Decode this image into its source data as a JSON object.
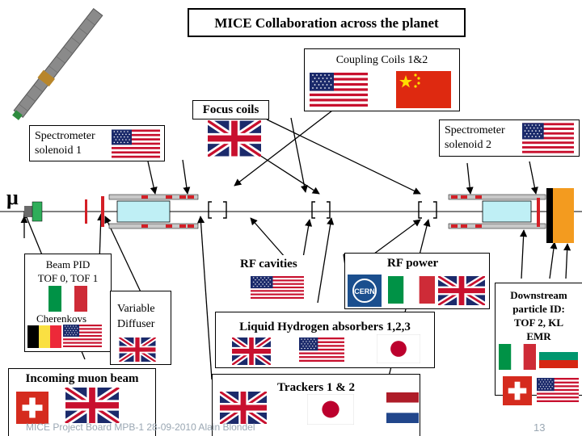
{
  "title": "MICE Collaboration across the planet",
  "labels": {
    "coupling_coils": "Coupling Coils 1&2",
    "focus_coils": "Focus coils",
    "spectrometer_1": "Spectrometer\nsolenoid 1",
    "spectrometer_2": "Spectrometer\nsolenoid 2",
    "mu_symbol": "μ",
    "beam_pid": "Beam PID\nTOF 0, TOF 1",
    "cherenkovs": "Cherenkovs",
    "variable_diffuser": "Variable\nDiffuser",
    "incoming_muon_beam": "Incoming muon beam",
    "rf_cavities": "RF cavities",
    "rf_power": "RF power",
    "lh2_absorbers": "Liquid Hydrogen absorbers 1,2,3",
    "trackers": "Trackers 1 & 2",
    "downstream_pid": "Downstream\nparticle ID:\nTOF 2, KL\nEMR"
  },
  "flags": {
    "coupling_coils": [
      "USA",
      "China"
    ],
    "focus_coils": [
      "UK"
    ],
    "spectrometer_1": [
      "USA"
    ],
    "spectrometer_2": [
      "USA"
    ],
    "beam_pid": [
      "Italy"
    ],
    "cherenkovs": [
      "Belgium",
      "USA"
    ],
    "variable_diffuser": [
      "UK"
    ],
    "incoming_muon_beam": [
      "Switzerland",
      "UK"
    ],
    "rf_cavities": [
      "USA"
    ],
    "rf_power": [
      "CERN",
      "Italy",
      "UK"
    ],
    "lh2_absorbers": [
      "UK",
      "USA",
      "Japan"
    ],
    "trackers": [
      "UK",
      "Japan",
      "Netherlands"
    ],
    "downstream_pid": [
      "Italy",
      "Bulgaria",
      "Switzerland",
      "USA"
    ]
  },
  "footer": {
    "text": "MICE Project Board MPB-1  28-09-2010  Alain Blondel",
    "page_number": "13"
  },
  "colors": {
    "navy": "#1b2a6b",
    "red": "#d41f26",
    "beam_cyan": "#bfeff5",
    "magnet_gray": "#c8c8c8"
  }
}
